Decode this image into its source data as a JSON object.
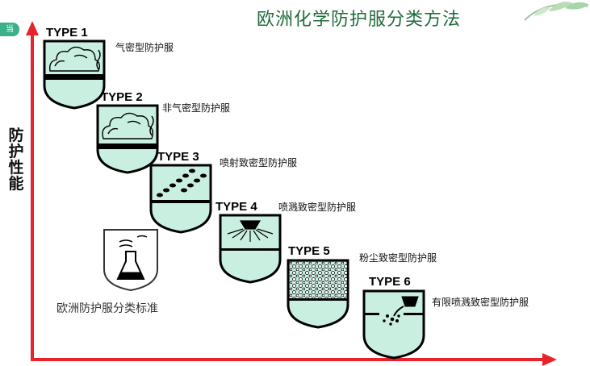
{
  "title": "欧洲化学防护服分类方法",
  "corner_tab": "当",
  "y_axis_label": "防护性能",
  "types": [
    {
      "label": "TYPE 1",
      "desc": "气密型防护服",
      "icon": "gas-cloud-icon"
    },
    {
      "label": "TYPE 2",
      "desc": "非气密型防护服",
      "icon": "gas-cloud-icon"
    },
    {
      "label": "TYPE 3",
      "desc": "喷射致密型防护服",
      "icon": "liquid-jet-icon"
    },
    {
      "label": "TYPE 4",
      "desc": "喷溅致密型防护服",
      "icon": "spray-icon"
    },
    {
      "label": "TYPE 5",
      "desc": "粉尘致密型防护服",
      "icon": "dust-particles-icon"
    },
    {
      "label": "TYPE 6",
      "desc": "有限喷溅致密型防护服",
      "icon": "limited-splash-icon"
    }
  ],
  "standard_label": "欧洲防护服分类标准",
  "standard_icon": "chemical-flask-icon",
  "colors": {
    "shield_fill": "#c9efe0",
    "axis": "#e8242a",
    "title": "#1f6a3c"
  }
}
